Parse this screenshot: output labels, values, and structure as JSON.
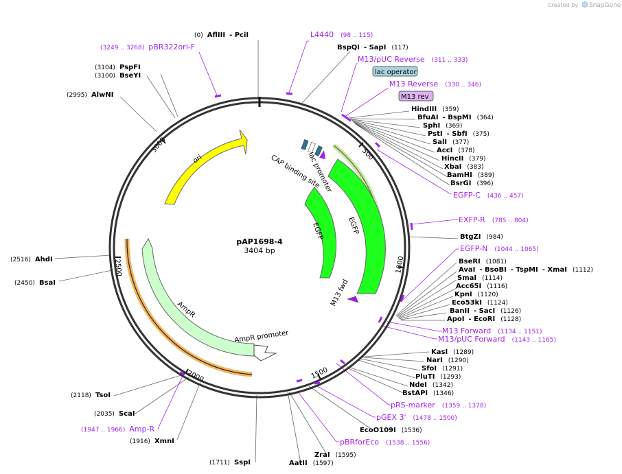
{
  "header": {
    "created_by": "Created by",
    "brand": "SnapGene"
  },
  "plasmid": {
    "name": "pAP1698-4",
    "length": "3404 bp"
  },
  "ticks": [
    "1000",
    "1500",
    "2000",
    "2500",
    "3000",
    "500"
  ],
  "features": {
    "ori": "ori",
    "ampr": "AmpR",
    "ampr_promoter": "AmpR promoter",
    "egfp_inner": "EGFP",
    "egfp_outer": "EGFP",
    "lac_promoter": "lac promoter",
    "cap": "CAP binding site",
    "m13fwd": "M13 fwd"
  },
  "boxes": {
    "lac_operator": "lac operator",
    "m13_rev": "M13 rev"
  },
  "colors": {
    "ori": "#ffff00",
    "egfp": "#1eff1e",
    "ampr": "#ccffcc",
    "primer": "#a020f0",
    "lac_operator_box": "#a8d4e0",
    "m13_rev_box": "#dcb4f0",
    "ampr_halo": "#f2b35a",
    "egfp_halo": "#c9e6a0"
  },
  "labels": [
    {
      "pos": "(0)",
      "name": "AflIII",
      "name2": "- PciI"
    },
    {
      "pos": "(3249 .. 3268)",
      "name": "pBR322ori-F",
      "primer": true
    },
    {
      "pos": "(3104)",
      "name": "PspFI"
    },
    {
      "pos": "(3100)",
      "name": "BseYI"
    },
    {
      "pos": "(2995)",
      "name": "AlwNI"
    },
    {
      "name": "L4440",
      "pos": "(98 .. 115)",
      "primer": true
    },
    {
      "name": "BspQI",
      "name2": "- SapI",
      "pos": "(117)"
    },
    {
      "name": "M13/pUC Reverse",
      "pos": "(311 .. 333)",
      "primer": true
    },
    {
      "name": "M13 Reverse",
      "pos": "(330 .. 346)",
      "primer": true
    },
    {
      "name": "HindIII",
      "pos": "(359)"
    },
    {
      "name": "BfuAI",
      "name2": "- BspMI",
      "pos": "(364)"
    },
    {
      "name": "SphI",
      "pos": "(369)"
    },
    {
      "name": "PstI",
      "name2": "- SbfI",
      "pos": "(375)"
    },
    {
      "name": "SalI",
      "pos": "(377)"
    },
    {
      "name": "AccI",
      "pos": "(378)"
    },
    {
      "name": "HincII",
      "pos": "(379)"
    },
    {
      "name": "XbaI",
      "pos": "(383)"
    },
    {
      "name": "BamHI",
      "pos": "(389)"
    },
    {
      "name": "BsrGI",
      "pos": "(396)"
    },
    {
      "name": "EGFP-C",
      "pos": "(436 .. 457)",
      "primer": true
    },
    {
      "name": "EXFP-R",
      "pos": "(785 .. 804)",
      "primer": true
    },
    {
      "name": "BtgZI",
      "pos": "(984)"
    },
    {
      "name": "EGFP-N",
      "pos": "(1044 .. 1065)",
      "primer": true
    },
    {
      "name": "BseRI",
      "pos": "(1081)"
    },
    {
      "name": "AvaI",
      "name2": "- BsoBI",
      "name3": "- TspMI",
      "name4": "- XmaI",
      "pos": "(1112)"
    },
    {
      "name": "SmaI",
      "pos": "(1114)"
    },
    {
      "name": "Acc65I",
      "pos": "(1116)"
    },
    {
      "name": "KpnI",
      "pos": "(1120)"
    },
    {
      "name": "Eco53kI",
      "pos": "(1124)"
    },
    {
      "name": "BanII",
      "name2": "- SacI",
      "pos": "(1126)"
    },
    {
      "name": "ApoI",
      "name2": "- EcoRI",
      "pos": "(1128)"
    },
    {
      "name": "M13 Forward",
      "pos": "(1134 .. 1151)",
      "primer": true
    },
    {
      "name": "M13/pUC Forward",
      "pos": "(1143 .. 1165)",
      "primer": true
    },
    {
      "name": "KasI",
      "pos": "(1289)"
    },
    {
      "name": "NarI",
      "pos": "(1290)"
    },
    {
      "name": "SfoI",
      "pos": "(1291)"
    },
    {
      "name": "PluTI",
      "pos": "(1293)"
    },
    {
      "name": "NdeI",
      "pos": "(1342)"
    },
    {
      "name": "BstAPI",
      "pos": "(1346)"
    },
    {
      "name": "pRS-marker",
      "pos": "(1359 .. 1378)",
      "primer": true
    },
    {
      "name": "pGEX 3'",
      "pos": "(1478 .. 1500)",
      "primer": true
    },
    {
      "name": "EcoO109I",
      "pos": "(1536)"
    },
    {
      "name": "pBRforEco",
      "pos": "(1538 .. 1556)",
      "primer": true
    },
    {
      "name": "ZraI",
      "pos": "(1595)"
    },
    {
      "name": "AatII",
      "pos": "(1597)"
    },
    {
      "pos": "(1711)",
      "name": "SspI"
    },
    {
      "pos": "(1916)",
      "name": "XmnI"
    },
    {
      "pos": "(1947 .. 1966)",
      "name": "Amp-R",
      "primer": true
    },
    {
      "pos": "(2035)",
      "name": "ScaI"
    },
    {
      "pos": "(2118)",
      "name": "TsoI"
    },
    {
      "pos": "(2450)",
      "name": "BsaI"
    },
    {
      "pos": "(2516)",
      "name": "AhdI"
    }
  ]
}
